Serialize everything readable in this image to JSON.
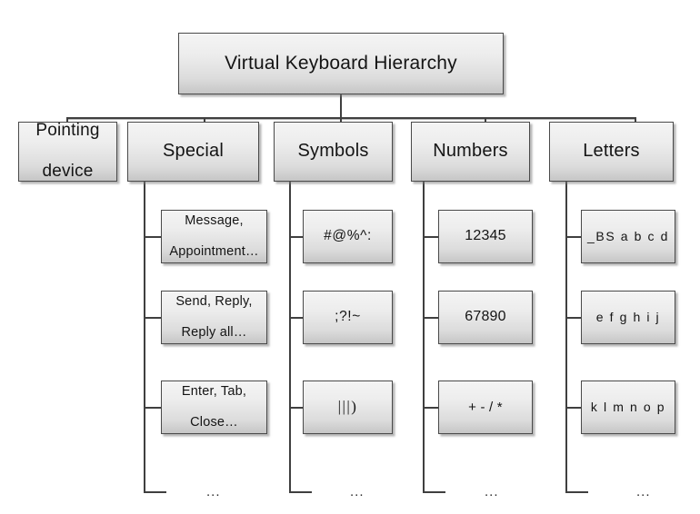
{
  "diagram": {
    "title": "Virtual Keyboard Hierarchy",
    "root": {
      "label": "Virtual Keyboard Hierarchy"
    },
    "categories": [
      {
        "id": "pointing-device",
        "label": "Pointing\ndevice",
        "line1": "Pointing",
        "line2": "device"
      },
      {
        "id": "special",
        "label": "Special"
      },
      {
        "id": "symbols",
        "label": "Symbols"
      },
      {
        "id": "numbers",
        "label": "Numbers"
      },
      {
        "id": "letters",
        "label": "Letters"
      }
    ],
    "branches": [
      {
        "parent": "Special",
        "items": [
          {
            "line1": "Message,",
            "line2": "Appointment…"
          },
          {
            "line1": "Send, Reply,",
            "line2": "Reply all…"
          },
          {
            "line1": "Enter, Tab,",
            "line2": "Close…"
          }
        ],
        "more": "..."
      },
      {
        "parent": "Symbols",
        "items": [
          {
            "line1": "#@%^:"
          },
          {
            "line1": ";?!~"
          },
          {
            "line1": "|||)"
          }
        ],
        "more": "..."
      },
      {
        "parent": "Numbers",
        "items": [
          {
            "line1": "12345"
          },
          {
            "line1": "67890"
          },
          {
            "line1": "+ - / *"
          }
        ],
        "more": "..."
      },
      {
        "parent": "Letters",
        "items": [
          {
            "line1": "_BS a b c d"
          },
          {
            "line1": "e f g h i j"
          },
          {
            "line1": "k l m n o p"
          }
        ],
        "more": "..."
      }
    ],
    "pointing_more": "",
    "colors": {
      "box_border": "#4a4a4a",
      "box_fill_top": "#f4f4f4",
      "box_fill_bottom": "#c6c6c6",
      "line": "#3f3f3f",
      "background": "#ffffff",
      "text": "#141414"
    }
  }
}
